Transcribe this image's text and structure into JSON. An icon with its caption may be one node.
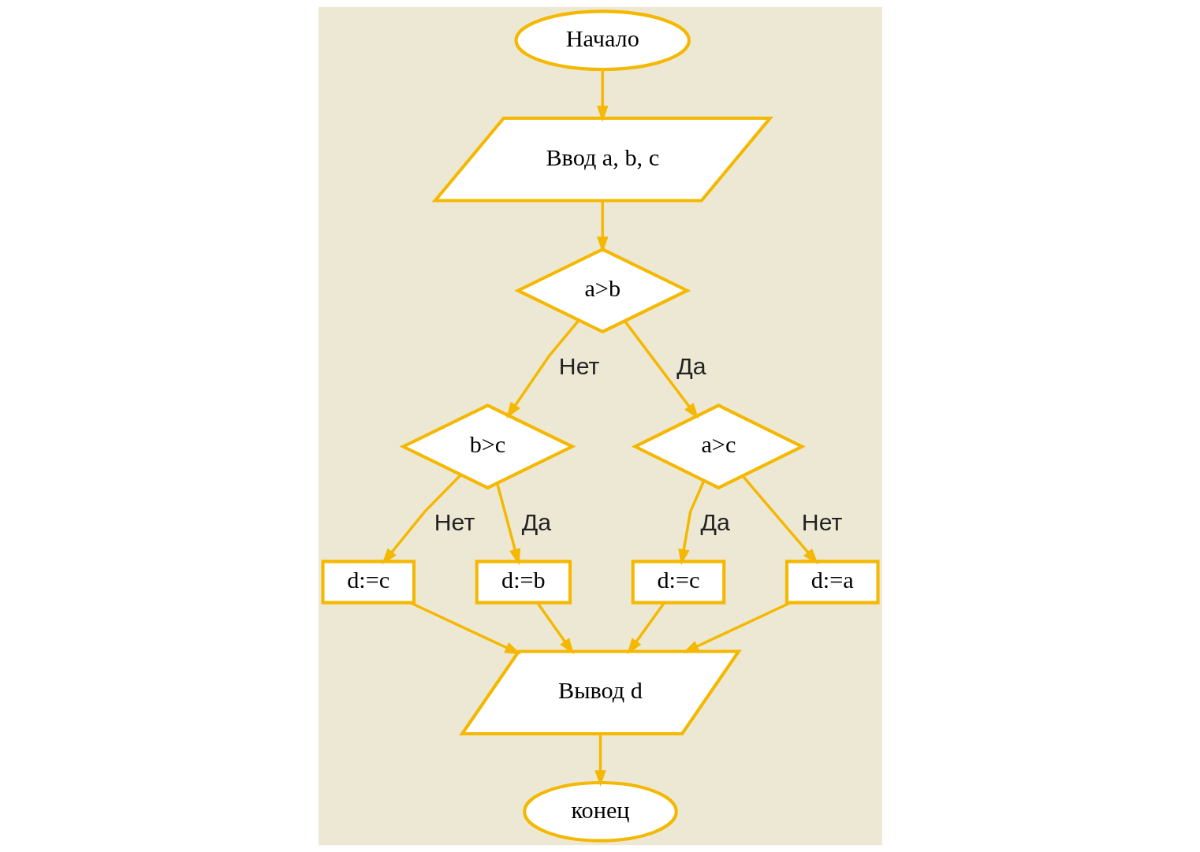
{
  "diagram": {
    "nodes": [
      {
        "text": [
          "Начало"
        ]
      },
      {
        "text": [
          "Ввод a, b, c"
        ]
      },
      {
        "text": [
          "a>b"
        ]
      },
      {
        "text": [
          "b>c"
        ]
      },
      {
        "text": [
          "a>c"
        ]
      },
      {
        "text": [
          "d:=c"
        ]
      },
      {
        "text": [
          "d:=b"
        ]
      },
      {
        "text": [
          "d:=c"
        ]
      },
      {
        "text": [
          "d:=a"
        ]
      },
      {
        "text": [
          "Вывод d"
        ]
      },
      {
        "text": [
          "конец"
        ]
      }
    ],
    "edges": [
      {
        "from": 0,
        "to": 1,
        "arrow": "to"
      },
      {
        "from": 1,
        "to": 2,
        "arrow": "to"
      },
      {
        "from": 2,
        "to": 3,
        "arrow": "to",
        "label": "Нет"
      },
      {
        "from": 2,
        "to": 4,
        "arrow": "to",
        "label": "Да"
      },
      {
        "from": 3,
        "to": 5,
        "arrow": "to",
        "label": "Нет"
      },
      {
        "from": 3,
        "to": 6,
        "arrow": "to",
        "label": "Да"
      },
      {
        "from": 4,
        "to": 7,
        "arrow": "to",
        "label": "Да"
      },
      {
        "from": 4,
        "to": 8,
        "arrow": "to",
        "label": "Нет"
      },
      {
        "from": 5,
        "to": 9,
        "arrow": "to"
      },
      {
        "from": 6,
        "to": 9,
        "arrow": "to"
      },
      {
        "from": 7,
        "to": 9,
        "arrow": "to"
      },
      {
        "from": 8,
        "to": 9,
        "arrow": "to"
      },
      {
        "from": 9,
        "to": 10,
        "arrow": "to"
      }
    ]
  }
}
